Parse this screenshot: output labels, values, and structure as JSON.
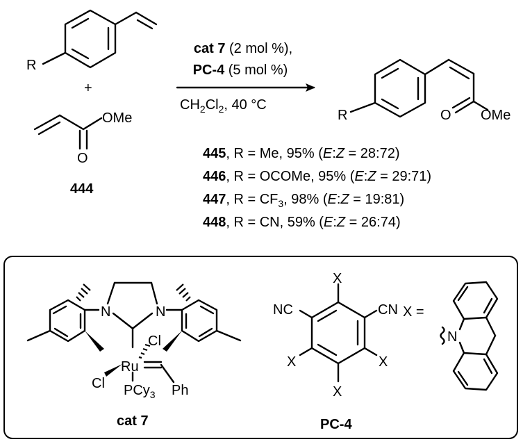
{
  "reaction": {
    "reagent_line1_bold": "cat 7",
    "reagent_line1_rest": " (2 mol %),",
    "reagent_line2_bold": "PC-4",
    "reagent_line2_rest": " (5 mol %)",
    "conditions_a": "CH",
    "conditions_sub1": "2",
    "conditions_b": "Cl",
    "conditions_sub2": "2",
    "conditions_c": ", 40 °C",
    "plus_sign": "+",
    "styrene_r_label": "R",
    "acrylate_ome_label": "OMe",
    "acrylate_o_label": "O",
    "acrylate_compound_number": "444",
    "product_r_label": "R",
    "product_o_label": "O",
    "product_ome_label": "OMe"
  },
  "results": [
    {
      "number": "445",
      "r_text": ", R = Me, 95% (",
      "r_sub": "",
      "r_after": "",
      "E": "E",
      "colon": ":",
      "Z": "Z",
      "ratio": " = 28:72)"
    },
    {
      "number": "446",
      "r_text": ", R = OCOMe, 95% (",
      "r_sub": "",
      "r_after": "",
      "E": "E",
      "colon": ":",
      "Z": "Z",
      "ratio": " = 29:71)"
    },
    {
      "number": "447",
      "r_text": ", R = CF",
      "r_sub": "3",
      "r_after": ", 98% (",
      "E": "E",
      "colon": ":",
      "Z": "Z",
      "ratio": " = 19:81)"
    },
    {
      "number": "448",
      "r_text": ", R = CN, 59% (",
      "r_sub": "",
      "r_after": "",
      "E": "E",
      "colon": ":",
      "Z": "Z",
      "ratio": " = 26:74)"
    }
  ],
  "catalyst": {
    "n_left": "N",
    "n_right": "N",
    "cl_top": "Cl",
    "ru": "Ru",
    "cl_left": "Cl",
    "pcy_a": "PCy",
    "pcy_sub": "3",
    "ph": "Ph",
    "name": "cat 7"
  },
  "photocat": {
    "x_top": "X",
    "nc_left": "NC",
    "cn_right": "CN",
    "x_left": "X",
    "x_right": "X",
    "x_bottom": "X",
    "name": "PC-4",
    "x_def": "X =",
    "carbazole_n": "N"
  }
}
